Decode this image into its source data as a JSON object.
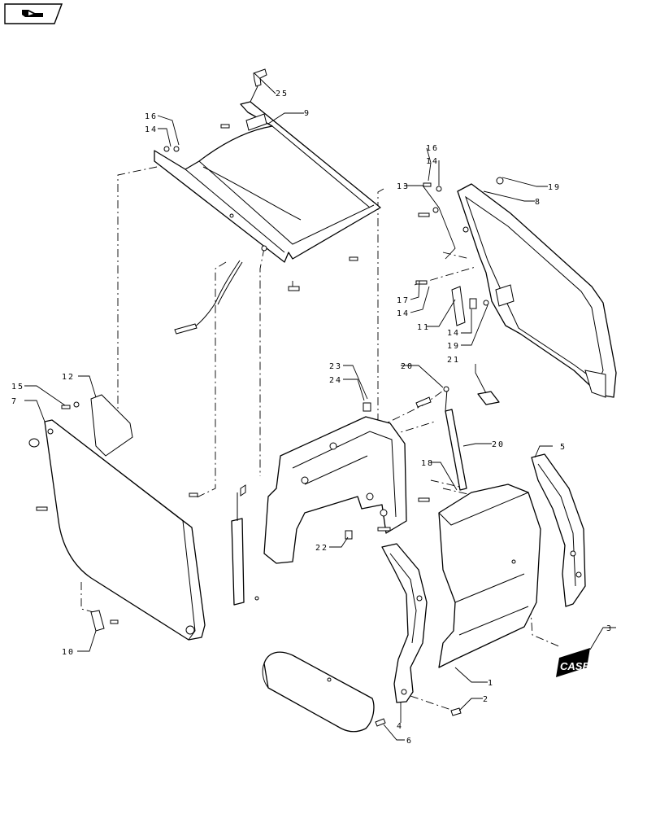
{
  "callouts": [
    {
      "id": "c1",
      "text": "1"
    },
    {
      "id": "c2",
      "text": "2"
    },
    {
      "id": "c3",
      "text": "3"
    },
    {
      "id": "c4",
      "text": "4"
    },
    {
      "id": "c5",
      "text": "5"
    },
    {
      "id": "c6",
      "text": "6"
    },
    {
      "id": "c7",
      "text": "7"
    },
    {
      "id": "c8",
      "text": "8"
    },
    {
      "id": "c9",
      "text": "9"
    },
    {
      "id": "c10",
      "text": "10"
    },
    {
      "id": "c11",
      "text": "11"
    },
    {
      "id": "c12",
      "text": "12"
    },
    {
      "id": "c13",
      "text": "13"
    },
    {
      "id": "c14a",
      "text": "14"
    },
    {
      "id": "c14b",
      "text": "14"
    },
    {
      "id": "c14c",
      "text": "14"
    },
    {
      "id": "c14d",
      "text": "14"
    },
    {
      "id": "c15",
      "text": "15"
    },
    {
      "id": "c16a",
      "text": "16"
    },
    {
      "id": "c16b",
      "text": "16"
    },
    {
      "id": "c16c",
      "text": "16"
    },
    {
      "id": "c17",
      "text": "17"
    },
    {
      "id": "c18",
      "text": "18"
    },
    {
      "id": "c19a",
      "text": "19"
    },
    {
      "id": "c19b",
      "text": "19"
    },
    {
      "id": "c20",
      "text": "20"
    },
    {
      "id": "c21",
      "text": "21"
    },
    {
      "id": "c22",
      "text": "22"
    },
    {
      "id": "c23",
      "text": "23"
    },
    {
      "id": "c24",
      "text": "24"
    },
    {
      "id": "c25",
      "text": "25"
    }
  ],
  "decal": {
    "text": "CASE"
  },
  "nav": {
    "icon": "page-turn-icon"
  }
}
